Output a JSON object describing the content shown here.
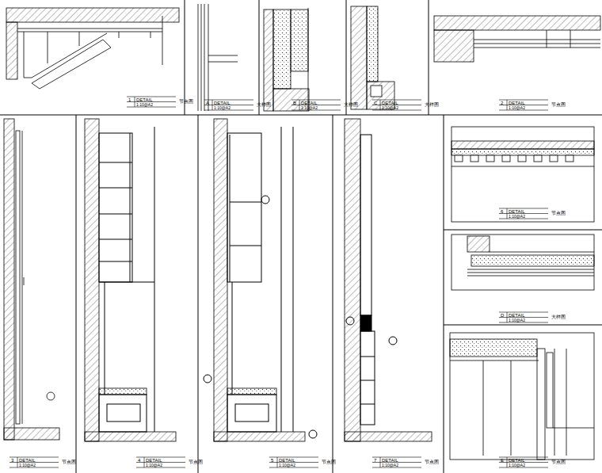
{
  "diagram": {
    "labels": [
      "1",
      "DETAIL",
      "1:10@A2",
      "节点图",
      "A",
      "DETAIL",
      "1:10@A2",
      "大样图",
      "B",
      "DETAIL",
      "1:10@A2",
      "大样图",
      "C",
      "DETAIL",
      "1:10@A2",
      "大样图",
      "2",
      "DETAIL",
      "1:10@A2",
      "节点图",
      "3",
      "DETAIL",
      "1:10@A2",
      "节点图",
      "4",
      "DETAIL",
      "1:10@A2",
      "节点图",
      "5",
      "DETAIL",
      "1:10@A2",
      "节点图",
      "7",
      "DETAIL",
      "1:10@A2",
      "节点图",
      "6",
      "DETAIL",
      "1:10@A2",
      "节点图",
      "D",
      "DETAIL",
      "1:10@A2",
      "大样图",
      "E",
      "DETAIL",
      "1:10@A2",
      "节点图"
    ]
  }
}
